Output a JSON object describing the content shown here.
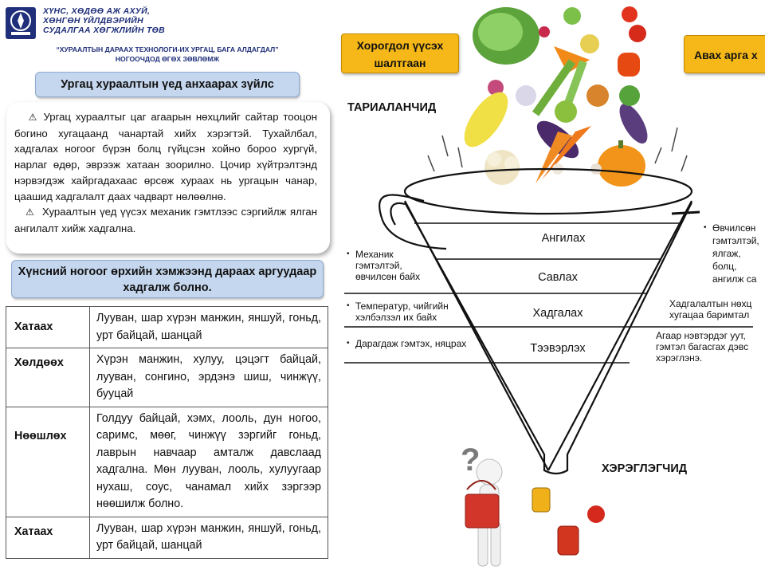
{
  "org": {
    "lines": [
      "ХҮНС, ХӨДӨӨ АЖ АХУЙ,",
      "ХӨНГӨН ҮЙЛДВЭРИЙН",
      "СУДАЛГАА ХӨГЖЛИЙН ТӨВ"
    ]
  },
  "doc_title": {
    "line1": "“ХУРААЛТЫН ДАРААХ ТЕХНОЛОГИ-ИХ УРГАЦ, БАГА АЛДАГДАЛ”",
    "line2": "НОГООЧДОД ӨГӨХ ЗӨВЛӨМЖ"
  },
  "section1": {
    "heading": "Ургац хураалтын үед анхаарах зүйлс",
    "warn_icon": "⚠",
    "para1": "Ургац хураалтыг цаг агаарын нөхцлийг сайтар тооцон богино хугацаанд чанартай хийх хэрэгтэй. Тухайлбал, хадгалах ногоог бүрэн болц гүйцсэн хойно бороо хургүй, нарлаг өдөр, эврээж хатаан зоорилно. Цочир хүйтрэлтэнд нэрвэгдэж хайргадахаас өрсөж хураах нь ургацын чанар, цаашид хадгалалт даах чадварт нөлөөлнө.",
    "para2": "Хураалтын үед үүсэх механик гэмтлээс сэргийлж ялган ангилалт хийж хадгална."
  },
  "section2": {
    "heading": "Хүнсний ногоог өрхийн хэмжээнд дараах аргуудаар хадгалж болно.",
    "rows": [
      {
        "method": "Хатаах",
        "desc": "Лууван, шар хүрэн манжин, яншуй, гоньд, урт байцай, шанцай"
      },
      {
        "method": "Хөлдөөх",
        "desc": "Хүрэн манжин, хулуу, цэцэгт байцай, лууван, сонгино, эрдэнэ шиш, чинжүү, бууцай"
      },
      {
        "method": "Нөөшлөх",
        "desc": "Голдуу байцай, хэмх, лооль, дун ногоо, саримс, мөөг, чинжүү зэргийг гоньд, лаврын навчаар амталж давслаад хадгална. Мөн лууван, лооль, хулуугаар нухаш, соус, чанамал хийх зэргээр нөөшилж болно."
      },
      {
        "method": "Хатаах",
        "desc": "Лууван, шар хүрэн манжин, яншуй, гоньд, урт байцай, шанцай"
      }
    ]
  },
  "funnel": {
    "cause_box": "Хорогдол үүсэх шалтгаан",
    "method_box": "Авах арга х",
    "producer": "ТАРИАЛАНЧИД",
    "consumer": "ХЭРЭГЛЭГЧИД",
    "stages": [
      "Ангилах",
      "Савлах",
      "Хадгалах",
      "Тээвэрлэх"
    ],
    "causes": [
      "Механик гэмтэлтэй, өвчилсөн байх",
      "Температур, чийгийн хэлбэлзэл их байх",
      "Дарагдаж гэмтэх, няцрах"
    ],
    "measures": [
      "Өвчилсөн гэмтэлтэй, ялгаж, болц, ангилж са",
      "Хадгалалтын нөхц хугацаа баримтал",
      "Агаар нэвтэрдэг уут, гэмтэл багасгах дэвс хэрэглэнэ."
    ]
  },
  "colors": {
    "navy": "#1f2f7a",
    "pill": "#c5d7ee",
    "yellow": "#f6b818"
  }
}
